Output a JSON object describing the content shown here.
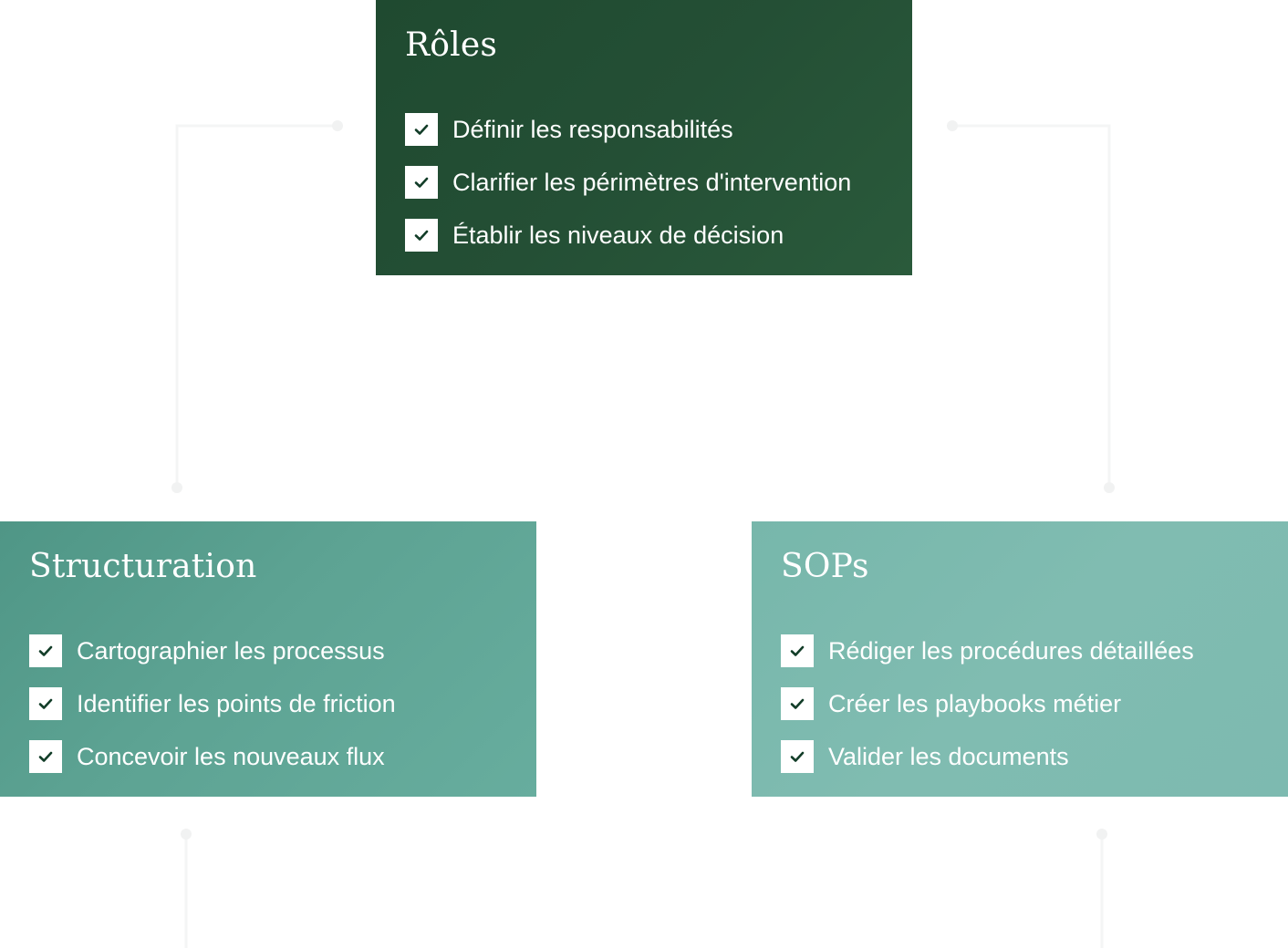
{
  "cards": {
    "roles": {
      "title": "Rôles",
      "items": [
        "Définir les responsabilités",
        "Clarifier les périmètres d'intervention",
        "Établir les niveaux de décision"
      ]
    },
    "structuration": {
      "title": "Structuration",
      "items": [
        "Cartographier les processus",
        "Identifier les points de friction",
        "Concevoir les nouveaux flux"
      ]
    },
    "sops": {
      "title": "SOPs",
      "items": [
        "Rédiger les procédures détaillées",
        "Créer les playbooks métier",
        "Valider les documents"
      ]
    }
  },
  "colors": {
    "roles_bg": "#244f35",
    "structuration_bg": "#5da393",
    "sops_bg": "#7dbab0",
    "check_mark": "#123d28",
    "text": "#ffffff"
  },
  "icons": {
    "check": "check-icon"
  }
}
